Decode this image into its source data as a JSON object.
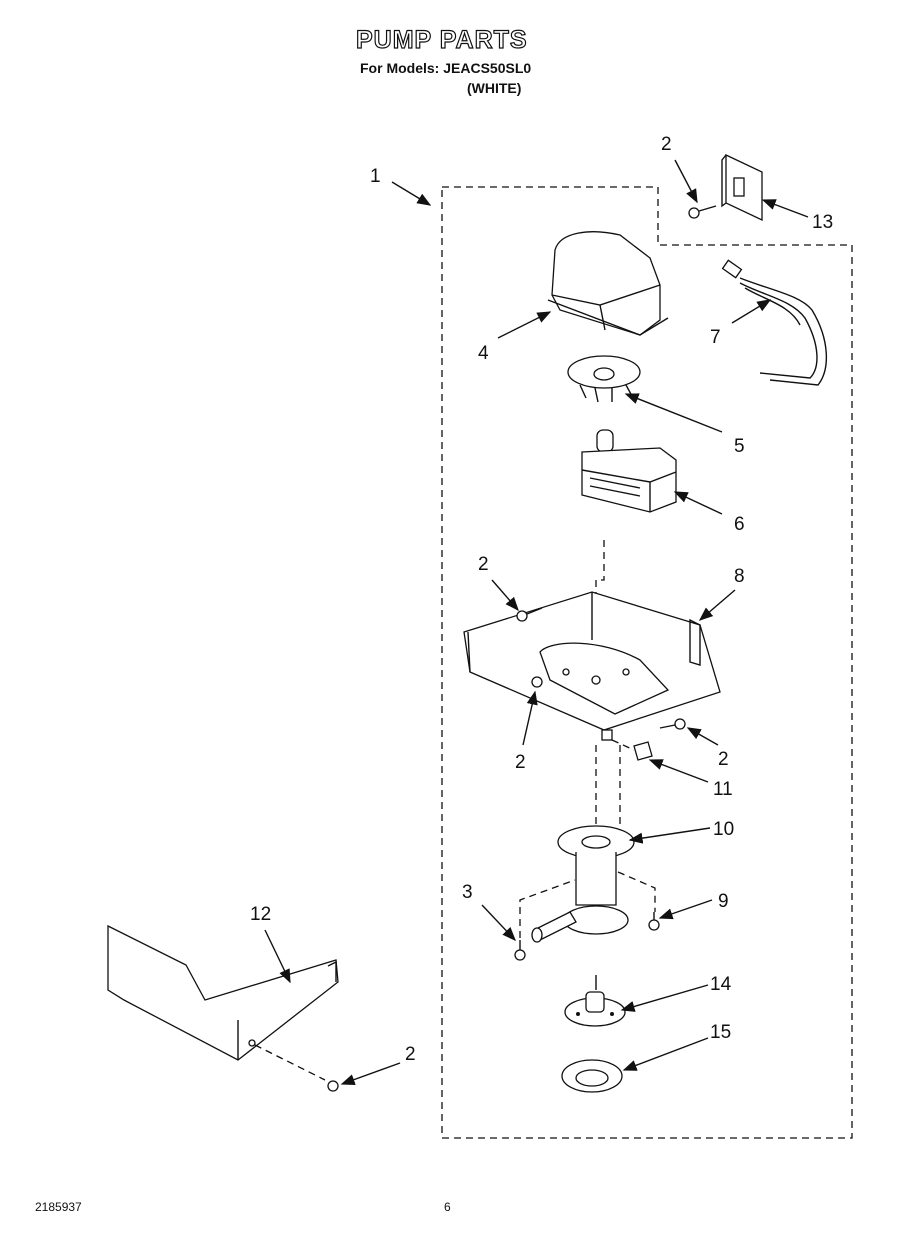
{
  "header": {
    "title": "PUMP PARTS",
    "models_line": "For Models: JEACS50SL0",
    "color_line": "(WHITE)"
  },
  "callouts": [
    {
      "id": "c1",
      "label": "1"
    },
    {
      "id": "c2a",
      "label": "2"
    },
    {
      "id": "c13",
      "label": "13"
    },
    {
      "id": "c4",
      "label": "4"
    },
    {
      "id": "c7",
      "label": "7"
    },
    {
      "id": "c5",
      "label": "5"
    },
    {
      "id": "c6",
      "label": "6"
    },
    {
      "id": "c2b",
      "label": "2"
    },
    {
      "id": "c8",
      "label": "8"
    },
    {
      "id": "c2c",
      "label": "2"
    },
    {
      "id": "c2d",
      "label": "2"
    },
    {
      "id": "c11",
      "label": "11"
    },
    {
      "id": "c10",
      "label": "10"
    },
    {
      "id": "c3",
      "label": "3"
    },
    {
      "id": "c9",
      "label": "9"
    },
    {
      "id": "c12",
      "label": "12"
    },
    {
      "id": "c14",
      "label": "14"
    },
    {
      "id": "c2e",
      "label": "2"
    },
    {
      "id": "c15",
      "label": "15"
    }
  ],
  "footer": {
    "doc_number": "2185937",
    "page": "6"
  }
}
